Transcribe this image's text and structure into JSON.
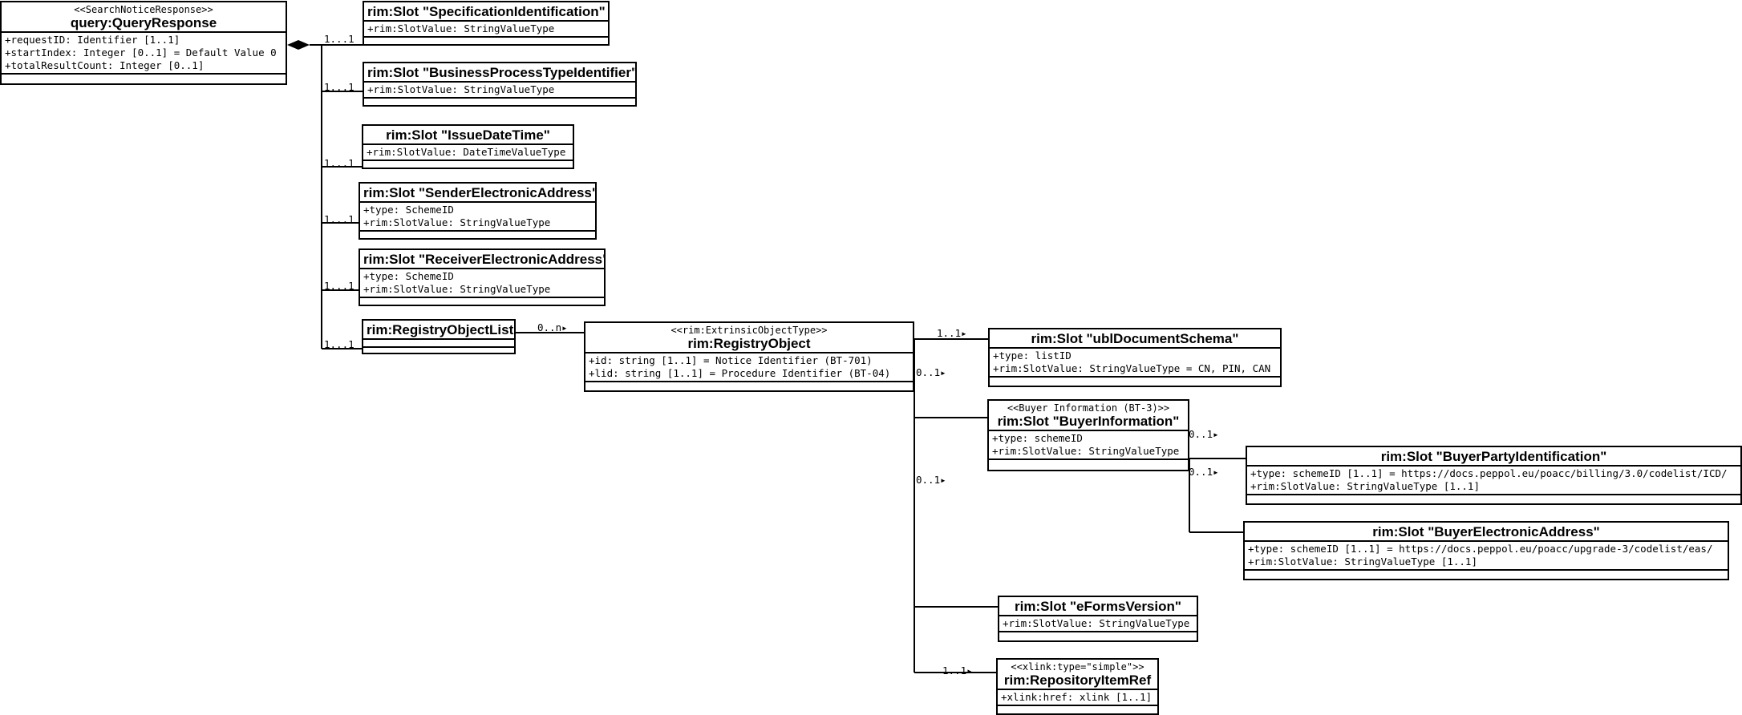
{
  "diagram": {
    "classes": [
      {
        "id": "query-response",
        "stereotype": "<<SearchNoticeResponse>>",
        "name": "query:QueryResponse",
        "attributes": [
          "+requestID: Identifier [1..1]",
          "+startIndex: Integer [0..1] = Default Value 0",
          "+totalResultCount: Integer [0..1]"
        ]
      },
      {
        "id": "slot-specification-identification",
        "stereotype": "",
        "name": "rim:Slot \"SpecificationIdentification\"",
        "attributes": [
          "+rim:SlotValue: StringValueType"
        ]
      },
      {
        "id": "slot-business-process-type-identifier",
        "stereotype": "",
        "name": "rim:Slot \"BusinessProcessTypeIdentifier\"",
        "attributes": [
          "+rim:SlotValue: StringValueType"
        ]
      },
      {
        "id": "slot-issue-date-time",
        "stereotype": "",
        "name": "rim:Slot \"IssueDateTime\"",
        "attributes": [
          "+rim:SlotValue: DateTimeValueType"
        ]
      },
      {
        "id": "slot-sender-electronic-address",
        "stereotype": "",
        "name": "rim:Slot \"SenderElectronicAddress\"",
        "attributes": [
          "+type: SchemeID",
          "+rim:SlotValue: StringValueType"
        ]
      },
      {
        "id": "slot-receiver-electronic-address",
        "stereotype": "",
        "name": "rim:Slot \"ReceiverElectronicAddress\"",
        "attributes": [
          "+type: SchemeID",
          "+rim:SlotValue: StringValueType"
        ]
      },
      {
        "id": "registry-object-list",
        "stereotype": "",
        "name": "rim:RegistryObjectList",
        "attributes": []
      },
      {
        "id": "registry-object",
        "stereotype": "<<rim:ExtrinsicObjectType>>",
        "name": "rim:RegistryObject",
        "attributes": [
          "+id: string [1..1] = Notice Identifier (BT-701)",
          "+lid: string [1..1] = Procedure Identifier (BT-04)"
        ]
      },
      {
        "id": "slot-ubl-document-schema",
        "stereotype": "",
        "name": "rim:Slot \"ublDocumentSchema\"",
        "attributes": [
          "+type: listID",
          "+rim:SlotValue: StringValueType = CN, PIN, CAN"
        ]
      },
      {
        "id": "slot-buyer-information",
        "stereotype": "<<Buyer Information (BT-3)>>",
        "name": "rim:Slot \"BuyerInformation\"",
        "attributes": [
          "+type: schemeID",
          "+rim:SlotValue: StringValueType"
        ]
      },
      {
        "id": "slot-buyer-party-identification",
        "stereotype": "",
        "name": "rim:Slot \"BuyerPartyIdentification\"",
        "attributes": [
          "+type: schemeID [1..1] = https://docs.peppol.eu/poacc/billing/3.0/codelist/ICD/",
          "+rim:SlotValue: StringValueType [1..1]"
        ]
      },
      {
        "id": "slot-buyer-electronic-address",
        "stereotype": "",
        "name": "rim:Slot \"BuyerElectronicAddress\"",
        "attributes": [
          "+type: schemeID [1..1] = https://docs.peppol.eu/poacc/upgrade-3/codelist/eas/",
          "+rim:SlotValue: StringValueType [1..1]"
        ]
      },
      {
        "id": "slot-eforms-version",
        "stereotype": "",
        "name": "rim:Slot \"eFormsVersion\"",
        "attributes": [
          "+rim:SlotValue: StringValueType"
        ]
      },
      {
        "id": "repository-item-ref",
        "stereotype": "<<xlink:type=\"simple\">>",
        "name": "rim:RepositoryItemRef",
        "attributes": [
          "+xlink:href: xlink [1..1]"
        ]
      }
    ],
    "multiplicities": [
      {
        "id": "m-spec",
        "text": "1...1"
      },
      {
        "id": "m-bpti",
        "text": "1...1"
      },
      {
        "id": "m-idt",
        "text": "1...1"
      },
      {
        "id": "m-sea",
        "text": "1...1"
      },
      {
        "id": "m-rea",
        "text": "1...1"
      },
      {
        "id": "m-rol",
        "text": "1...1"
      },
      {
        "id": "m-ro",
        "text": "0..n▸"
      },
      {
        "id": "m-uds",
        "text": "1..1▸"
      },
      {
        "id": "m-bi",
        "text": "0..1▸"
      },
      {
        "id": "m-ev",
        "text": "0..1▸"
      },
      {
        "id": "m-bpi",
        "text": "0..1▸"
      },
      {
        "id": "m-bea",
        "text": "0..1▸"
      },
      {
        "id": "m-rir",
        "text": "1..1▸"
      }
    ]
  }
}
